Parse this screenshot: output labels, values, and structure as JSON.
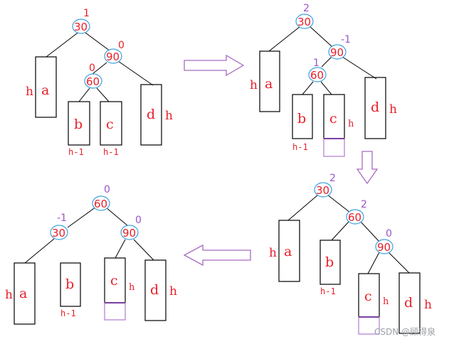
{
  "panels": {
    "top_left": {
      "root": {
        "value": "30",
        "bf": "1"
      },
      "n90": {
        "value": "90",
        "bf": "0"
      },
      "n60": {
        "value": "60",
        "bf": "0"
      },
      "a": "a",
      "b": "b",
      "c": "c",
      "d": "d",
      "h_a": "h",
      "h_d": "h",
      "hm1_b": "h-1",
      "hm1_c": "h-1"
    },
    "top_right": {
      "root": {
        "value": "30",
        "bf": "2"
      },
      "n90": {
        "value": "90",
        "bf": "-1"
      },
      "n60": {
        "value": "60",
        "bf": "1"
      },
      "a": "a",
      "b": "b",
      "c": "c",
      "d": "d",
      "h_a": "h",
      "h_c": "h",
      "h_d": "h",
      "hm1_b": "h-1"
    },
    "bottom_right": {
      "root": {
        "value": "30",
        "bf": "2"
      },
      "n60": {
        "value": "60",
        "bf": "2"
      },
      "n90": {
        "value": "90",
        "bf": "0"
      },
      "a": "a",
      "b": "b",
      "c": "c",
      "d": "d",
      "h_a": "h",
      "h_c": "h",
      "h_d": "h",
      "hm1_b": "h-1"
    },
    "bottom_left": {
      "root": {
        "value": "60",
        "bf": "0"
      },
      "n30": {
        "value": "30",
        "bf": "-1"
      },
      "n90": {
        "value": "90",
        "bf": "0"
      },
      "a": "a",
      "b": "b",
      "c": "c",
      "d": "d",
      "h_a": "h",
      "h_c": "h",
      "h_d": "h",
      "hm1_b": "h-1"
    }
  },
  "watermark": "CSDN @顾得泉",
  "colors": {
    "label": "#e8202a",
    "balance_purple": "#9a55c8",
    "node_ring": "#3aa0e0",
    "arrow": "#a66bc0",
    "added": "#7a3fa0"
  }
}
